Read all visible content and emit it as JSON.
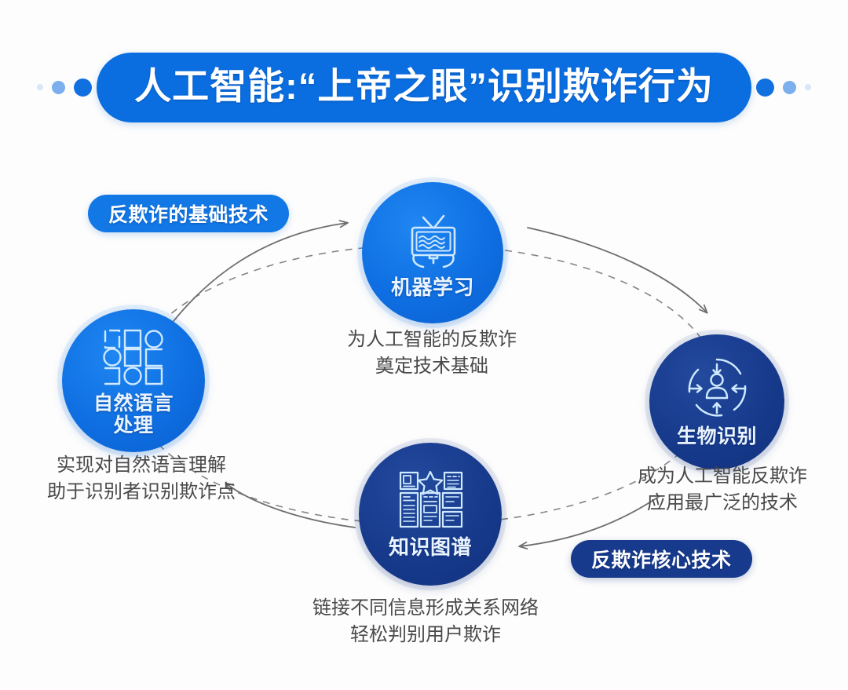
{
  "header": {
    "title": "人工智能:“上帝之眼”识别欺诈行为",
    "pill_color": "#0a6ee0",
    "dots_left": [
      "small",
      "medium",
      "large"
    ],
    "dots_right": [
      "large",
      "medium",
      "small"
    ]
  },
  "theme": {
    "bright_blue": "#0f6fe2",
    "navy_blue": "#173a8c",
    "caption_gray": "#4a4a4a",
    "background": "#fdfdfd",
    "connector_gray": "#7b7b7b"
  },
  "tags": [
    {
      "id": "base",
      "label": "反欺诈的基础技术",
      "color": "#1178e6",
      "position": "top-left"
    },
    {
      "id": "core",
      "label": "反欺诈核心技术",
      "color": "#173a8c",
      "position": "bottom-right"
    }
  ],
  "nodes": [
    {
      "id": "ml",
      "label": "机器学习",
      "icon": "television-icon",
      "color": "#0f6fe2",
      "style": "bright",
      "position": "top",
      "caption": [
        "为人工智能的反欺诈",
        "奠定技术基础"
      ]
    },
    {
      "id": "nlp",
      "label": "自然语言\n处理",
      "label_lines": [
        "自然语言",
        "处理"
      ],
      "icon": "grid-shapes-icon",
      "color": "#0f6fe2",
      "style": "bright",
      "position": "left",
      "caption": [
        "实现对自然语言理解",
        "助于识别者识别欺诈点"
      ]
    },
    {
      "id": "bio",
      "label": "生物识别",
      "icon": "person-target-icon",
      "color": "#173a8c",
      "style": "navy",
      "position": "right",
      "caption": [
        "成为人工智能反欺诈",
        "应用最广泛的技术"
      ]
    },
    {
      "id": "kg",
      "label": "知识图谱",
      "icon": "dashboard-star-icon",
      "color": "#173a8c",
      "style": "navy",
      "position": "bottom",
      "caption": [
        "链接不同信息形成关系网络",
        "轻松判别用户欺诈"
      ]
    }
  ],
  "connectors": [
    {
      "from": "nlp",
      "to": "ml",
      "style": "solid-arrow",
      "direction": "clockwise"
    },
    {
      "from": "ml",
      "to": "bio",
      "style": "solid-arrow",
      "direction": "clockwise"
    },
    {
      "from": "bio",
      "to": "kg",
      "style": "solid-arrow",
      "direction": "clockwise"
    },
    {
      "from": "kg",
      "to": "nlp",
      "style": "solid-arrow",
      "direction": "clockwise"
    },
    {
      "from": "cycle",
      "to": "cycle",
      "style": "dashed-ellipse",
      "direction": "loop"
    }
  ]
}
